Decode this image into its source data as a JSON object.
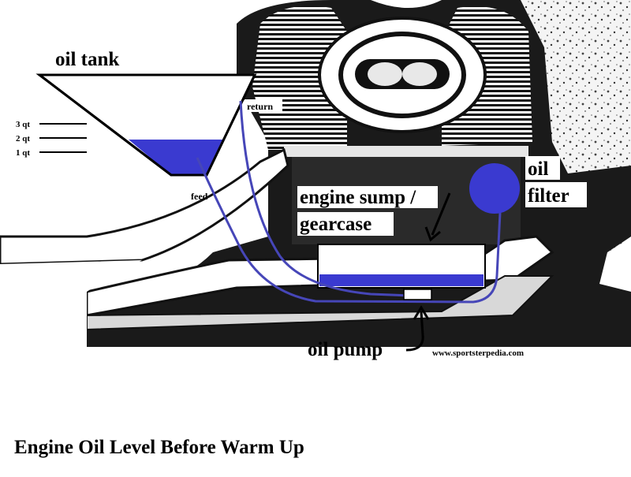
{
  "labels": {
    "oil_tank": "oil tank",
    "return": "return",
    "feed": "feed",
    "qt3": "3 qt",
    "qt2": "2 qt",
    "qt1": "1 qt",
    "sump_line1": "engine sump /",
    "sump_line2": "gearcase",
    "filter_line1": "oil",
    "filter_line2": "filter",
    "oil_pump": "oil pump",
    "website": "www.sportsterpedia.com"
  },
  "caption": "Engine Oil Level Before Warm Up",
  "colors": {
    "oil": "#3a3ad0",
    "line": "#4646b8",
    "ink": "#000000",
    "photo_dark": "#1a1a1a",
    "photo_light": "#f2f2f2"
  }
}
